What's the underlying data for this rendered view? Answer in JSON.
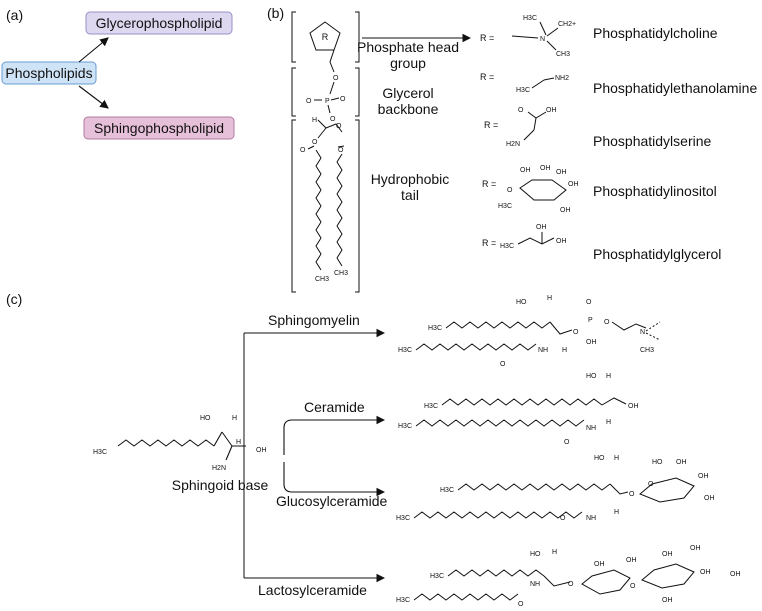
{
  "panels": {
    "a": "(a)",
    "b": "(b)",
    "c": "(c)"
  },
  "panel_a": {
    "root": "Phospholipids",
    "child_top": "Glycerophospholipid",
    "child_bottom": "Sphingophospholipid",
    "colors": {
      "root_fill": "#cfe3f7",
      "root_stroke": "#6a9bd1",
      "top_fill": "#ddd8f0",
      "top_stroke": "#9a8fc7",
      "bottom_fill": "#e6bfd8",
      "bottom_stroke": "#b27aa0"
    }
  },
  "panel_b": {
    "headgroup_label_1": "Phosphate head",
    "headgroup_label_2": "group",
    "backbone_label_1": "Glycerol",
    "backbone_label_2": "backbone",
    "tail_label_1": "Hydrophobic",
    "tail_label_2": "tail",
    "r_symbol": "R",
    "r_prefix": "R =",
    "atoms": {
      "o": "O",
      "p": "P",
      "h": "H",
      "ch3": "CH3",
      "oh": "OH",
      "nh2": "NH2",
      "h2n": "H2N",
      "n": "N",
      "h3c": "H3C",
      "ch2": "CH2+"
    },
    "species": [
      "Phosphatidylcholine",
      "Phosphatidylethanolamine",
      "Phosphatidylserine",
      "Phosphatidylinositol",
      "Phosphatidylglycerol"
    ]
  },
  "panel_c": {
    "base_label": "Sphingoid base",
    "branches": [
      "Sphingomyelin",
      "Ceramide",
      "Glucosylceramide",
      "Lactosylceramide"
    ],
    "atoms": {
      "ho": "HO",
      "oh": "OH",
      "h": "H",
      "h2n": "H2N",
      "nh": "NH",
      "h3c": "H3C",
      "o": "O",
      "p": "P",
      "n": "N",
      "ch3": "CH3"
    }
  }
}
